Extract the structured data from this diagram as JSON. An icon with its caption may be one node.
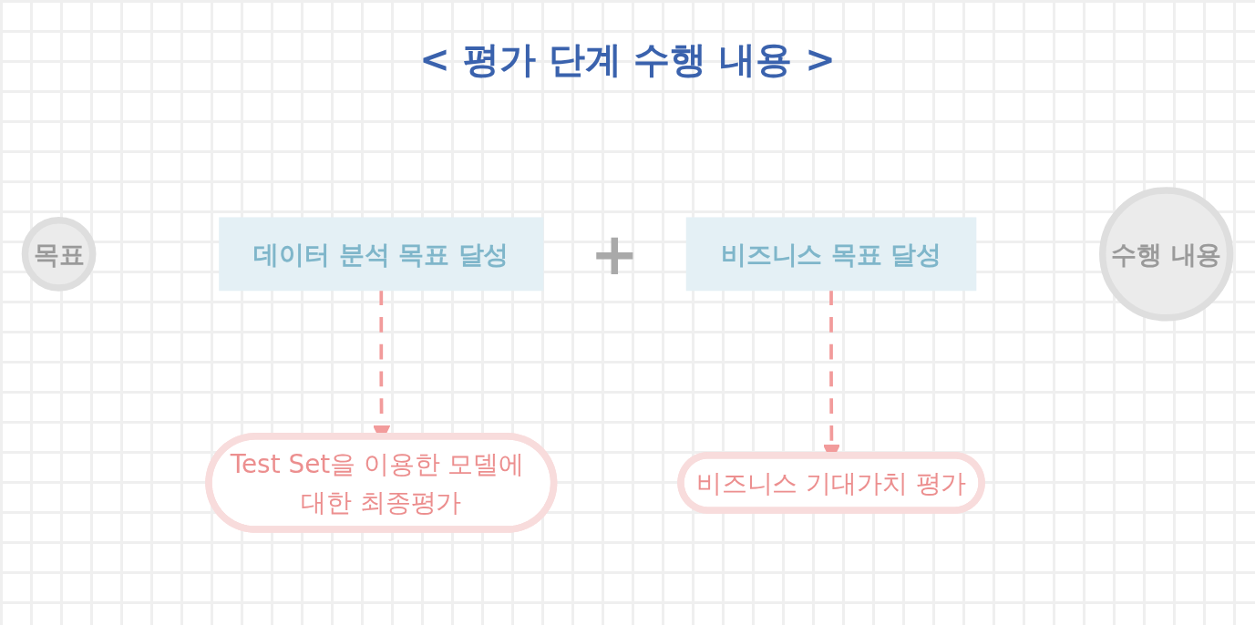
{
  "diagram": {
    "title": "< 평가 단계 수행 내용 >",
    "nodes": [
      {
        "text": [
          "목표"
        ]
      },
      {
        "text": [
          "데이터 분석 목표 달성"
        ]
      },
      {
        "text": [
          "비즈니스 목표 달성"
        ]
      },
      {
        "text": [
          "수행 내용"
        ]
      },
      {
        "text": [
          "Test Set을 이용한 모델에 대한 최종평가"
        ]
      },
      {
        "text": [
          "비즈니스 기대가치 평가"
        ]
      }
    ],
    "edges": [
      {
        "from": 1,
        "to": 4,
        "arrow": "to",
        "style": "dashed",
        "color": "#f29b9b"
      },
      {
        "from": 2,
        "to": 5,
        "arrow": "to",
        "style": "dashed",
        "color": "#f29b9b"
      }
    ],
    "labels": [
      "+"
    ]
  }
}
